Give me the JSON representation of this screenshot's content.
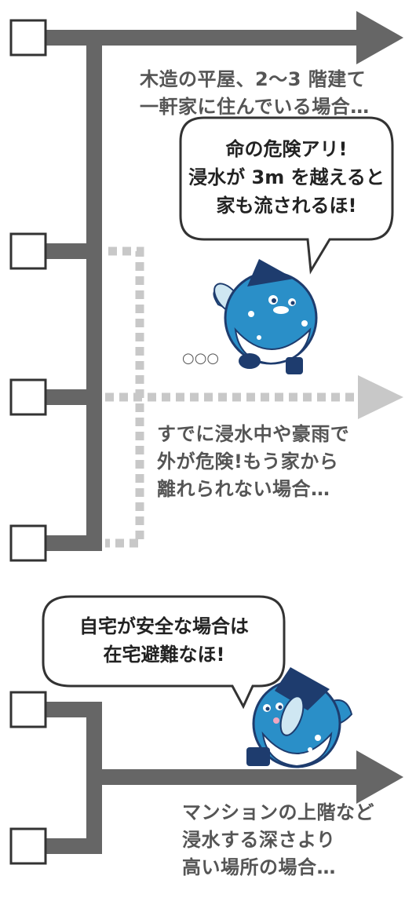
{
  "branches": [
    {
      "lines": [
        "木造の平屋、2〜3 階建て",
        "一軒家に住んでいる場合…"
      ]
    },
    {
      "lines": [
        "すでに浸水中や豪雨で",
        "外が危険!もう家から",
        "離れられない場合…"
      ]
    },
    {
      "lines": [
        "マンションの上階など",
        "浸水する深さより",
        "高い場所の場合…"
      ]
    }
  ],
  "bubbles": [
    {
      "lines": [
        "命の危険アリ!",
        "浸水が 3m を越えると",
        "家も流されるほ!"
      ]
    },
    {
      "lines": [
        "自宅が安全な場合は",
        "在宅避難なほ!"
      ]
    }
  ],
  "colors": {
    "flow_line": "#666666",
    "dotted_line": "#c8c8c8",
    "mascot_body": "#2a8fc8",
    "mascot_cap": "#1e3c6e"
  }
}
